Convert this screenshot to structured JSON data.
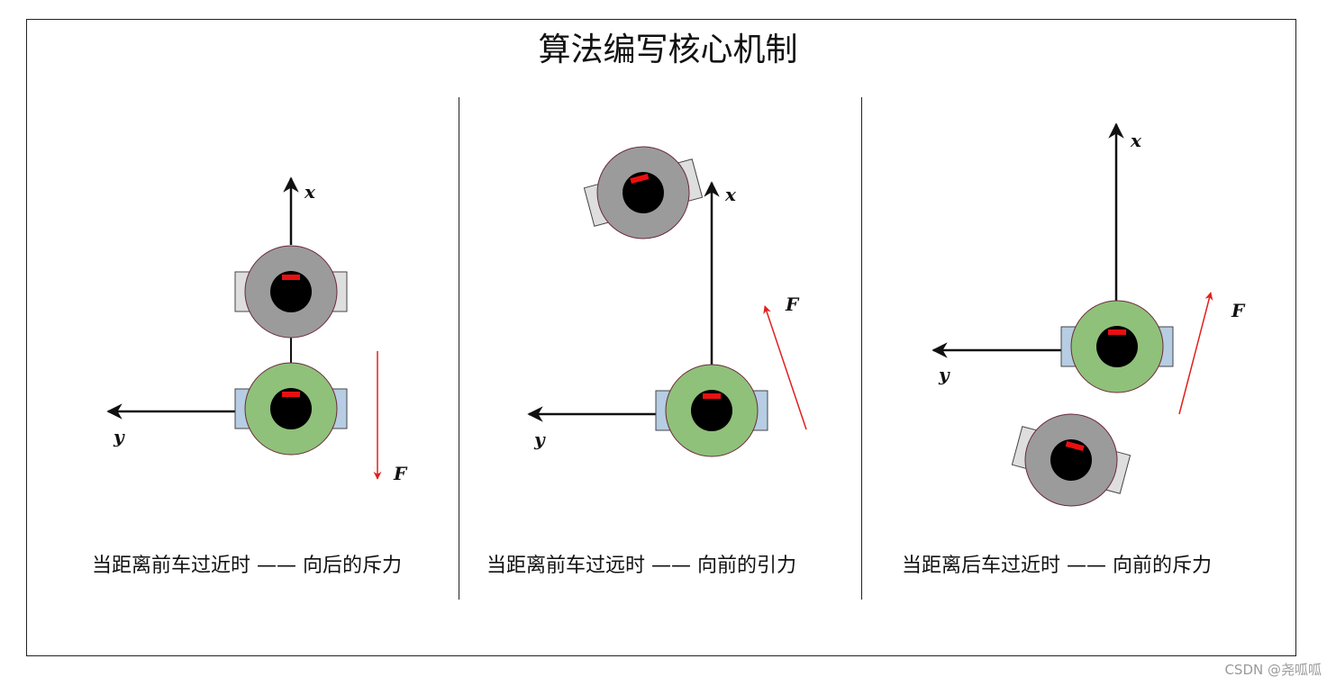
{
  "title": "算法编写核心机制",
  "panels": [
    {
      "caption": "当距离前车过近时 —— 向后的斥力",
      "x_label": "x",
      "y_label": "y",
      "force_label": "F"
    },
    {
      "caption": "当距离前车过远时 —— 向前的引力",
      "x_label": "x",
      "y_label": "y",
      "force_label": "F"
    },
    {
      "caption": "当距离后车过近时 —— 向前的斥力",
      "x_label": "x",
      "y_label": "y",
      "force_label": "F"
    }
  ],
  "colors": {
    "ego_body": "#8fc17a",
    "ego_bumper": "#b6cde3",
    "other_body": "#9b9b9b",
    "other_bumper": "#dedede",
    "force_arrow": "#e0201d",
    "sensor": "#e81010"
  },
  "watermark": "CSDN @尧呱呱"
}
